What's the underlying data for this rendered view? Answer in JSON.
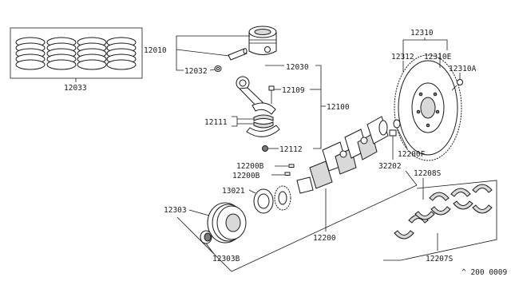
{
  "labels": {
    "pistonRingSet": "12033",
    "piston": "12010",
    "snapRing": "12032",
    "conrodAssy": "12030",
    "conrodBolt": "12109",
    "conrodGroup": "12100",
    "conrodBearing": "12111",
    "conrodNut": "12112",
    "flywheelAssy": "12310",
    "ringGear": "12312",
    "flywheelPin": "12310E",
    "flywheelBolt": "12310A",
    "pilotBushing": "12200F",
    "crankSensor": "32202",
    "keyA": "12200B",
    "keyB": "12200B",
    "timingSprocket": "13021",
    "pulley": "12303",
    "crankshaft": "12200",
    "pulleyBolt": "12303B",
    "mainBearingUpper": "12208S",
    "mainBearingLower": "12207S",
    "diagramCode": "^ 200 0009"
  }
}
